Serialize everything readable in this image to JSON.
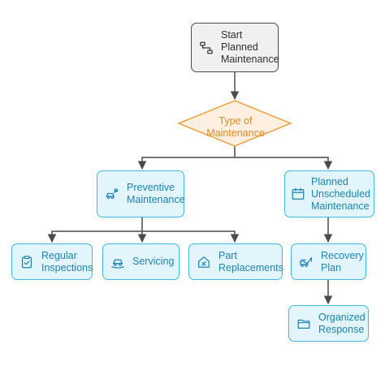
{
  "diagram": {
    "start": {
      "label": "Start\nPlanned\nMaintenance",
      "icon": "flowchart-icon"
    },
    "decision": {
      "label": "Type of\nMaintenance"
    },
    "preventive": {
      "label": "Preventive\nMaintenance",
      "icon": "car-wrench-icon"
    },
    "unscheduled": {
      "label": "Planned\nUnscheduled\nMaintenance",
      "icon": "calendar-icon"
    },
    "inspections": {
      "label": "Regular\nInspections",
      "icon": "clipboard-icon"
    },
    "servicing": {
      "label": "Servicing",
      "icon": "car-service-icon"
    },
    "parts": {
      "label": "Part\nReplacements",
      "icon": "house-tools-icon"
    },
    "recovery": {
      "label": "Recovery\nPlan",
      "icon": "tow-truck-icon"
    },
    "organized": {
      "label": "Organized\nResponse",
      "icon": "folder-icon"
    }
  },
  "colors": {
    "connector": "#4a4a4f",
    "decision_fill": "#fdf0e0",
    "decision_stroke": "#f0a243",
    "decision_text": "#e38b22",
    "node_fill": "#e2f4fc",
    "node_stroke": "#42b8e4",
    "node_text": "#1c84b3",
    "start_fill": "#f0f0f1",
    "start_stroke": "#4a4a4f"
  }
}
